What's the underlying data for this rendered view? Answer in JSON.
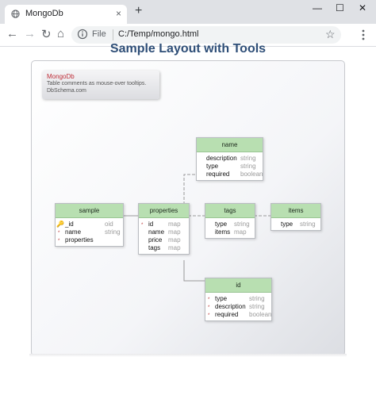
{
  "browser": {
    "tab_title": "MongoDb",
    "tab_close": "×",
    "new_tab": "+",
    "window_controls": {
      "minimize": "—",
      "maximize": "☐",
      "close": "✕"
    },
    "nav": {
      "back": "←",
      "forward": "→",
      "reload": "↻",
      "home": "⌂"
    },
    "address": {
      "scheme": "File",
      "url": "C:/Temp/mongo.html",
      "star": "☆"
    }
  },
  "page": {
    "title": "Sample Layout with Tools",
    "note": {
      "title": "MongoDb",
      "lines": [
        "Table comments as mouse-over tooltips.",
        "DbSchema.com"
      ]
    }
  },
  "entities": {
    "sample": {
      "title": "sample",
      "fields": [
        {
          "name": "_id",
          "type": "oid"
        },
        {
          "name": "name",
          "type": "string"
        },
        {
          "name": "properties",
          "type": ""
        }
      ]
    },
    "properties": {
      "title": "properties",
      "fields": [
        {
          "name": "id",
          "type": "map"
        },
        {
          "name": "name",
          "type": "map"
        },
        {
          "name": "price",
          "type": "map"
        },
        {
          "name": "tags",
          "type": "map"
        }
      ]
    },
    "name": {
      "title": "name",
      "fields": [
        {
          "name": "description",
          "type": "string"
        },
        {
          "name": "type",
          "type": "string"
        },
        {
          "name": "required",
          "type": "boolean"
        }
      ]
    },
    "tags": {
      "title": "tags",
      "fields": [
        {
          "name": "type",
          "type": "string"
        },
        {
          "name": "items",
          "type": "map"
        }
      ]
    },
    "items": {
      "title": "items",
      "fields": [
        {
          "name": "type",
          "type": "string"
        }
      ]
    },
    "id": {
      "title": "id",
      "fields": [
        {
          "name": "type",
          "type": "string"
        },
        {
          "name": "description",
          "type": "string"
        },
        {
          "name": "required",
          "type": "boolean"
        }
      ]
    }
  }
}
